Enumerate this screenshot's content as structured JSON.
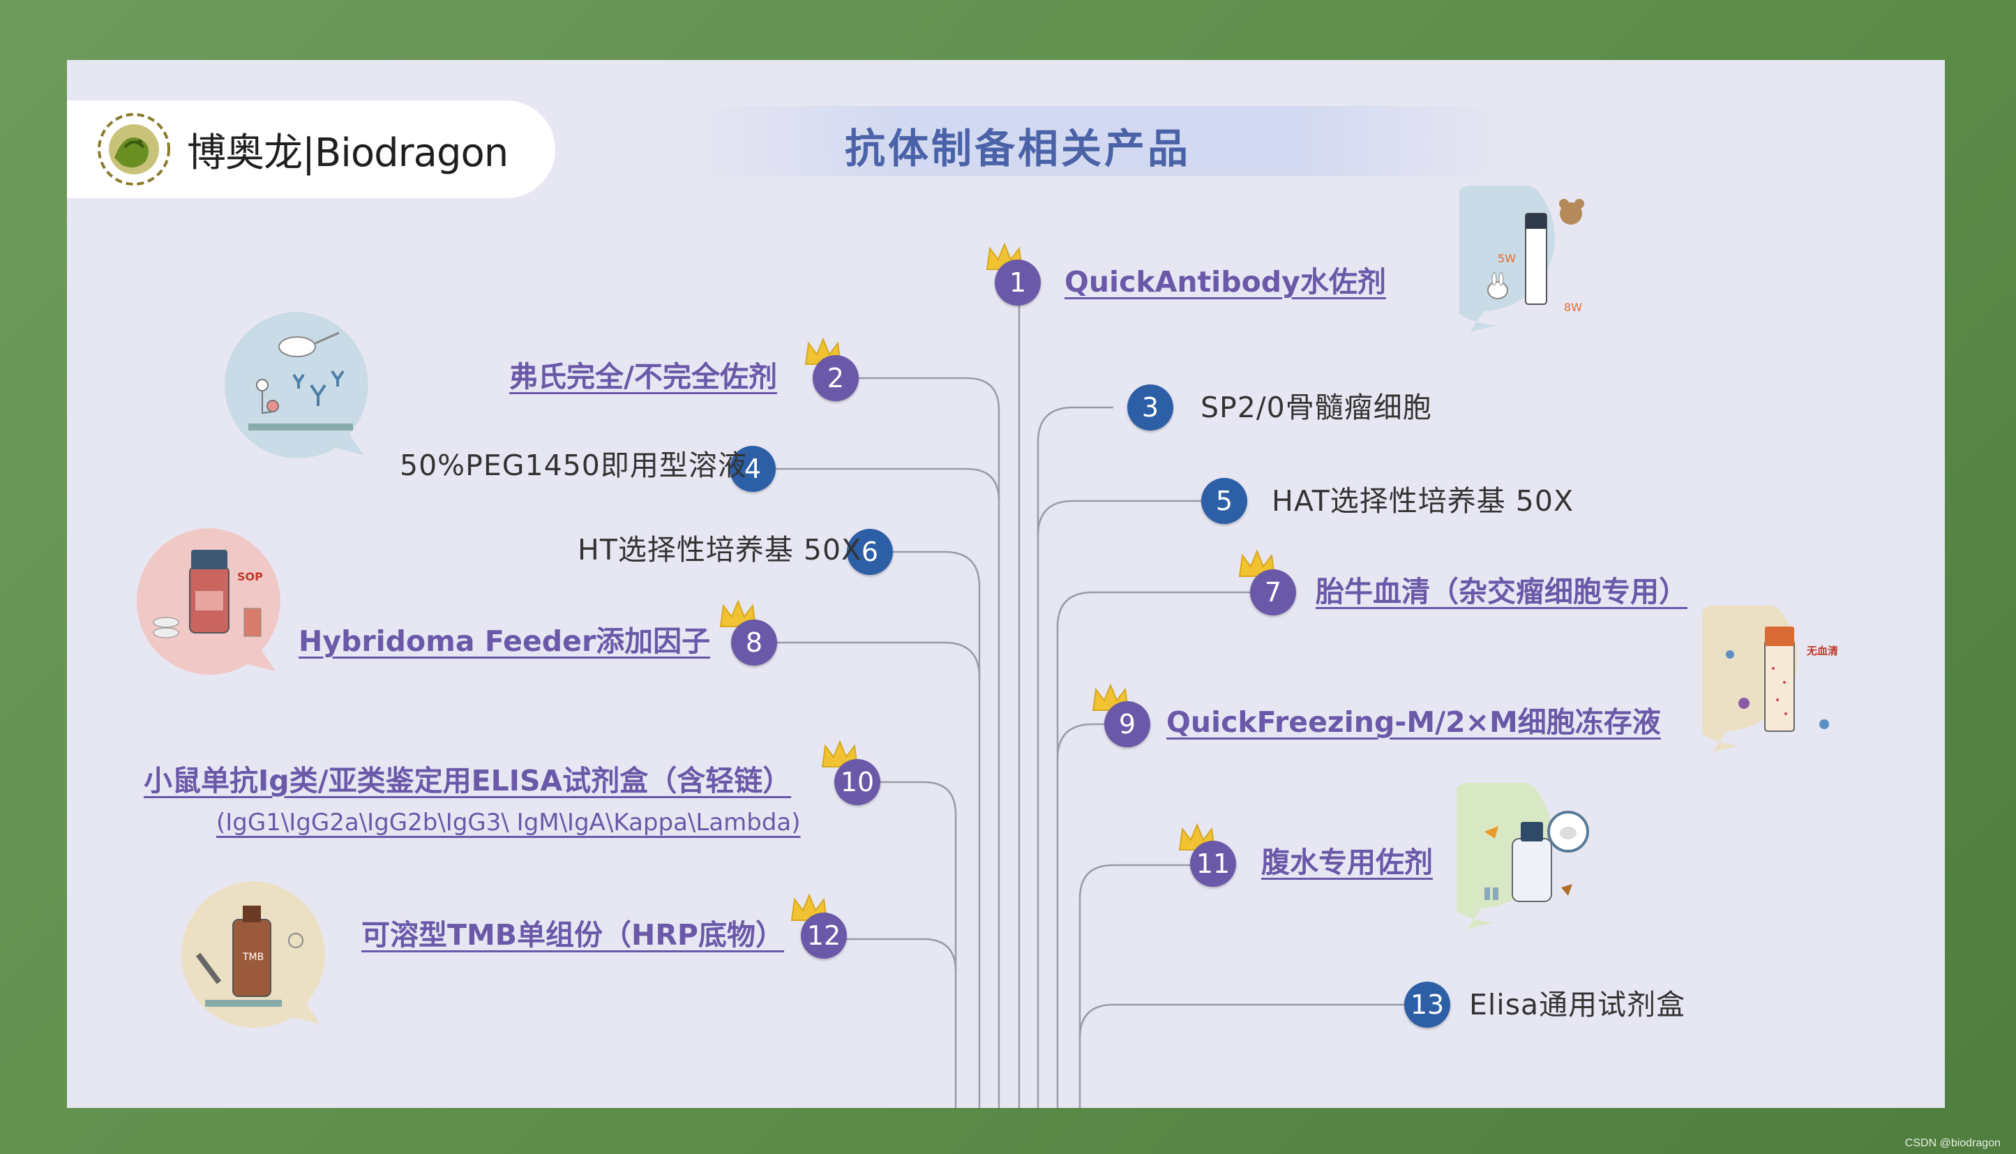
{
  "brand": {
    "text": "博奥龙|Biodragon"
  },
  "title": "抗体制备相关产品",
  "products": [
    {
      "num": "1",
      "label": "QuickAntibody水佐剂",
      "featured": true
    },
    {
      "num": "2",
      "label": "弗氏完全/不完全佐剂",
      "featured": true
    },
    {
      "num": "3",
      "label": "SP2/0骨髓瘤细胞",
      "featured": false
    },
    {
      "num": "4",
      "label": "50%PEG1450即用型溶液",
      "featured": false
    },
    {
      "num": "5",
      "label": "HAT选择性培养基 50X",
      "featured": false
    },
    {
      "num": "6",
      "label": "HT选择性培养基 50X",
      "featured": false
    },
    {
      "num": "7",
      "label": "胎牛血清（杂交瘤细胞专用）",
      "featured": true
    },
    {
      "num": "8",
      "label": "Hybridoma Feeder添加因子",
      "featured": true
    },
    {
      "num": "9",
      "label": "QuickFreezing-M/2×M细胞冻存液",
      "featured": true
    },
    {
      "num": "10",
      "label": "小鼠单抗Ig类/亚类鉴定用ELISA试剂盒（含轻链）",
      "sublabel": "(IgG1\\IgG2a\\IgG2b\\IgG3\\ IgM\\IgA\\Kappa\\Lambda)",
      "featured": true
    },
    {
      "num": "11",
      "label": "腹水专用佐剂",
      "featured": true
    },
    {
      "num": "12",
      "label": "可溶型TMB单组份（HRP底物）",
      "featured": true
    },
    {
      "num": "13",
      "label": "Elisa通用试剂盒",
      "featured": false
    }
  ],
  "illustrations": {
    "sop": "SOP",
    "tmb": "TMB",
    "weeks_5": "5W",
    "weeks_8": "8W",
    "serum_free": "无血清"
  },
  "colors": {
    "featured": "#6a58a8",
    "standard": "#2d5fa6",
    "title": "#4a62a7",
    "background": "#5f8e4c"
  },
  "watermark": "CSDN @biodragon"
}
